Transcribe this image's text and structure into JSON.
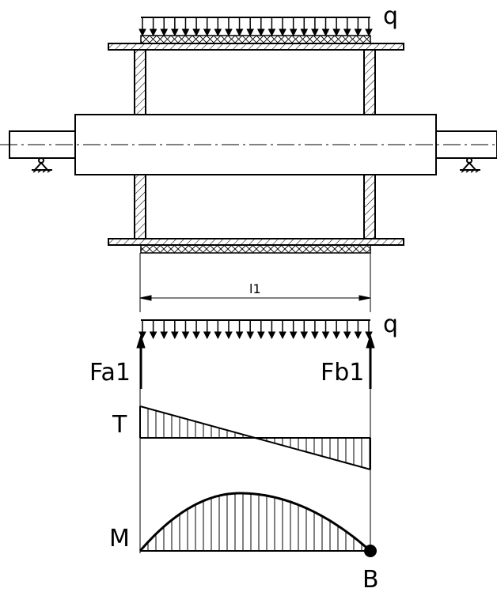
{
  "labels": {
    "q_top": "q",
    "dimension": "l1",
    "q_beam": "q",
    "reaction_a": "Fa1",
    "reaction_b": "Fb1",
    "shear": "T",
    "moment": "M",
    "point_b": "B"
  }
}
